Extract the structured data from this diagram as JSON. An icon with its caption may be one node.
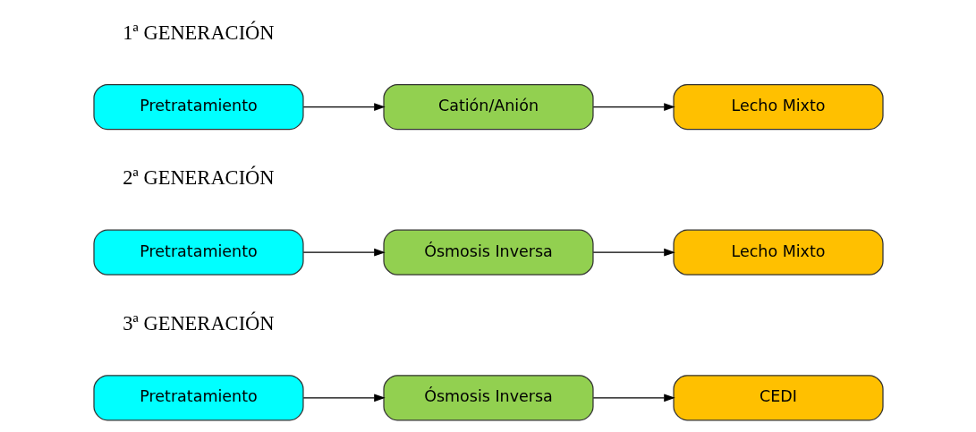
{
  "diagram": {
    "nodes": [
      {
        "text": [
          "Pretratamiento"
        ]
      },
      {
        "text": [
          "Catión/Anión"
        ]
      },
      {
        "text": [
          "Lecho Mixto"
        ]
      },
      {
        "text": [
          "Pretratamiento"
        ]
      },
      {
        "text": [
          "Ósmosis Inversa"
        ]
      },
      {
        "text": [
          "Lecho Mixto"
        ]
      },
      {
        "text": [
          "Pretratamiento"
        ]
      },
      {
        "text": [
          "Ósmosis Inversa"
        ]
      },
      {
        "text": [
          "CEDI"
        ]
      }
    ],
    "edges": [
      {
        "from": 0,
        "to": 1,
        "arrow": "to"
      },
      {
        "from": 1,
        "to": 2,
        "arrow": "to"
      },
      {
        "from": 3,
        "to": 4,
        "arrow": "to"
      },
      {
        "from": 4,
        "to": 5,
        "arrow": "to"
      },
      {
        "from": 6,
        "to": 7,
        "arrow": "to"
      },
      {
        "from": 7,
        "to": 8,
        "arrow": "to"
      }
    ],
    "labels": [
      "1ª GENERACIÓN",
      "2ª GENERACIÓN",
      "3ª GENERACIÓN"
    ]
  }
}
